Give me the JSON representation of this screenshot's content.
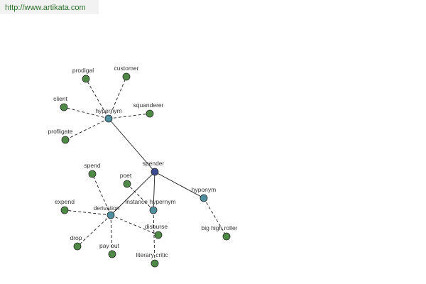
{
  "source_link": {
    "text": "http://www.artikata.com"
  },
  "colors": {
    "root": "#3d4a8f",
    "relation": "#4f8e9c",
    "term": "#4e8a46"
  },
  "graph": {
    "nodes": [
      {
        "id": "spender",
        "label": "spender",
        "kind": "root"
      },
      {
        "id": "hypernym",
        "label": "hypernym",
        "kind": "relation"
      },
      {
        "id": "derivation",
        "label": "derivation",
        "kind": "relation"
      },
      {
        "id": "instance_hypernym",
        "label": "instance hypernym",
        "kind": "relation"
      },
      {
        "id": "hyponym",
        "label": "hyponym",
        "kind": "relation"
      },
      {
        "id": "prodigal",
        "label": "prodigal",
        "kind": "term"
      },
      {
        "id": "customer",
        "label": "customer",
        "kind": "term"
      },
      {
        "id": "client",
        "label": "client",
        "kind": "term"
      },
      {
        "id": "squanderer",
        "label": "squanderer",
        "kind": "term"
      },
      {
        "id": "profligate",
        "label": "profligate",
        "kind": "term"
      },
      {
        "id": "spend",
        "label": "spend",
        "kind": "term"
      },
      {
        "id": "poet",
        "label": "poet",
        "kind": "term"
      },
      {
        "id": "expend",
        "label": "expend",
        "kind": "term"
      },
      {
        "id": "disburse",
        "label": "disburse",
        "kind": "term"
      },
      {
        "id": "drop",
        "label": "drop",
        "kind": "term"
      },
      {
        "id": "pay_out",
        "label": "pay out",
        "kind": "term"
      },
      {
        "id": "literary_critic",
        "label": "literary critic",
        "kind": "term"
      },
      {
        "id": "big_high_roller",
        "label": "big high roller",
        "kind": "term"
      }
    ],
    "edges": [
      {
        "from": "spender",
        "to": "hypernym",
        "style": "solid"
      },
      {
        "from": "spender",
        "to": "derivation",
        "style": "solid"
      },
      {
        "from": "spender",
        "to": "instance_hypernym",
        "style": "solid"
      },
      {
        "from": "spender",
        "to": "hyponym",
        "style": "solid"
      },
      {
        "from": "hypernym",
        "to": "prodigal",
        "style": "dashed"
      },
      {
        "from": "hypernym",
        "to": "customer",
        "style": "dashed"
      },
      {
        "from": "hypernym",
        "to": "client",
        "style": "dashed"
      },
      {
        "from": "hypernym",
        "to": "squanderer",
        "style": "dashed"
      },
      {
        "from": "hypernym",
        "to": "profligate",
        "style": "dashed"
      },
      {
        "from": "derivation",
        "to": "spend",
        "style": "dashed"
      },
      {
        "from": "derivation",
        "to": "expend",
        "style": "dashed"
      },
      {
        "from": "derivation",
        "to": "drop",
        "style": "dashed"
      },
      {
        "from": "derivation",
        "to": "pay_out",
        "style": "dashed"
      },
      {
        "from": "derivation",
        "to": "disburse",
        "style": "dashed"
      },
      {
        "from": "instance_hypernym",
        "to": "poet",
        "style": "dashed"
      },
      {
        "from": "instance_hypernym",
        "to": "literary_critic",
        "style": "dashed"
      },
      {
        "from": "hyponym",
        "to": "big_high_roller",
        "style": "dashed"
      }
    ]
  }
}
